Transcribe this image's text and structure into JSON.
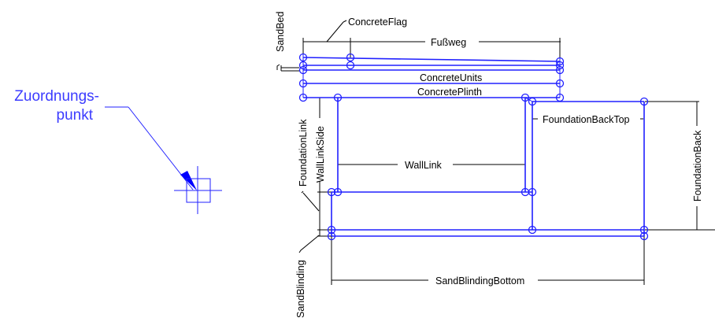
{
  "annotation": {
    "line1": "Zuordnungs-",
    "line2": "punkt",
    "color": "#3c3cff"
  },
  "labels": {
    "sand_bed": "SandBed",
    "concrete_flag": "ConcreteFlag",
    "fussweg": "Fußweg",
    "concrete_units": "ConcreteUnits",
    "concrete_plinth": "ConcretePlinth",
    "foundation_link": "FoundationLink",
    "wall_link_side": "WallLinkSide",
    "wall_link": "WallLink",
    "foundation_back_top": "FoundationBackTop",
    "foundation_back": "FoundationBack",
    "sand_blinding": "SandBlinding",
    "sand_blinding_bottom": "SandBlindingBottom"
  },
  "colors": {
    "geometry": "#2020ff",
    "dimension": "#000000"
  }
}
